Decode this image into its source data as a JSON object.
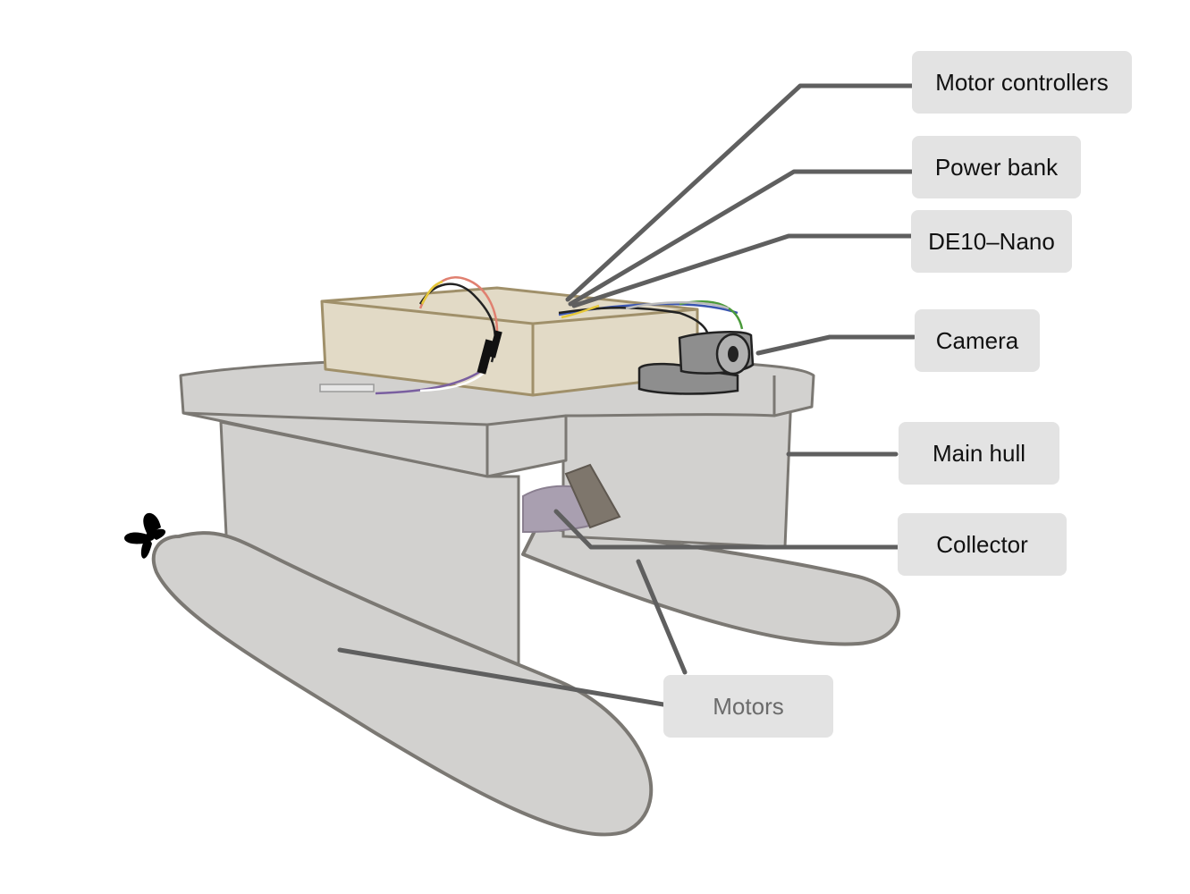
{
  "labels": {
    "motor_controllers": "Motor controllers",
    "power_bank": "Power bank",
    "de10_nano": "DE10–Nano",
    "camera": "Camera",
    "main_hull": "Main hull",
    "collector": "Collector",
    "motors": "Motors"
  },
  "colors": {
    "hull_fill": "#d2d1cf",
    "hull_stroke": "#7b7873",
    "box_fill": "#e2dac6",
    "box_stroke": "#a0906a",
    "leader_line": "#5f5f5f",
    "label_bg": "#e3e3e3",
    "label_text": "#111111",
    "label_text_muted": "#6b6b6b",
    "collector_fill": "#a99fb0",
    "camera_fill": "#8e8e8e",
    "propeller": "#000000"
  }
}
